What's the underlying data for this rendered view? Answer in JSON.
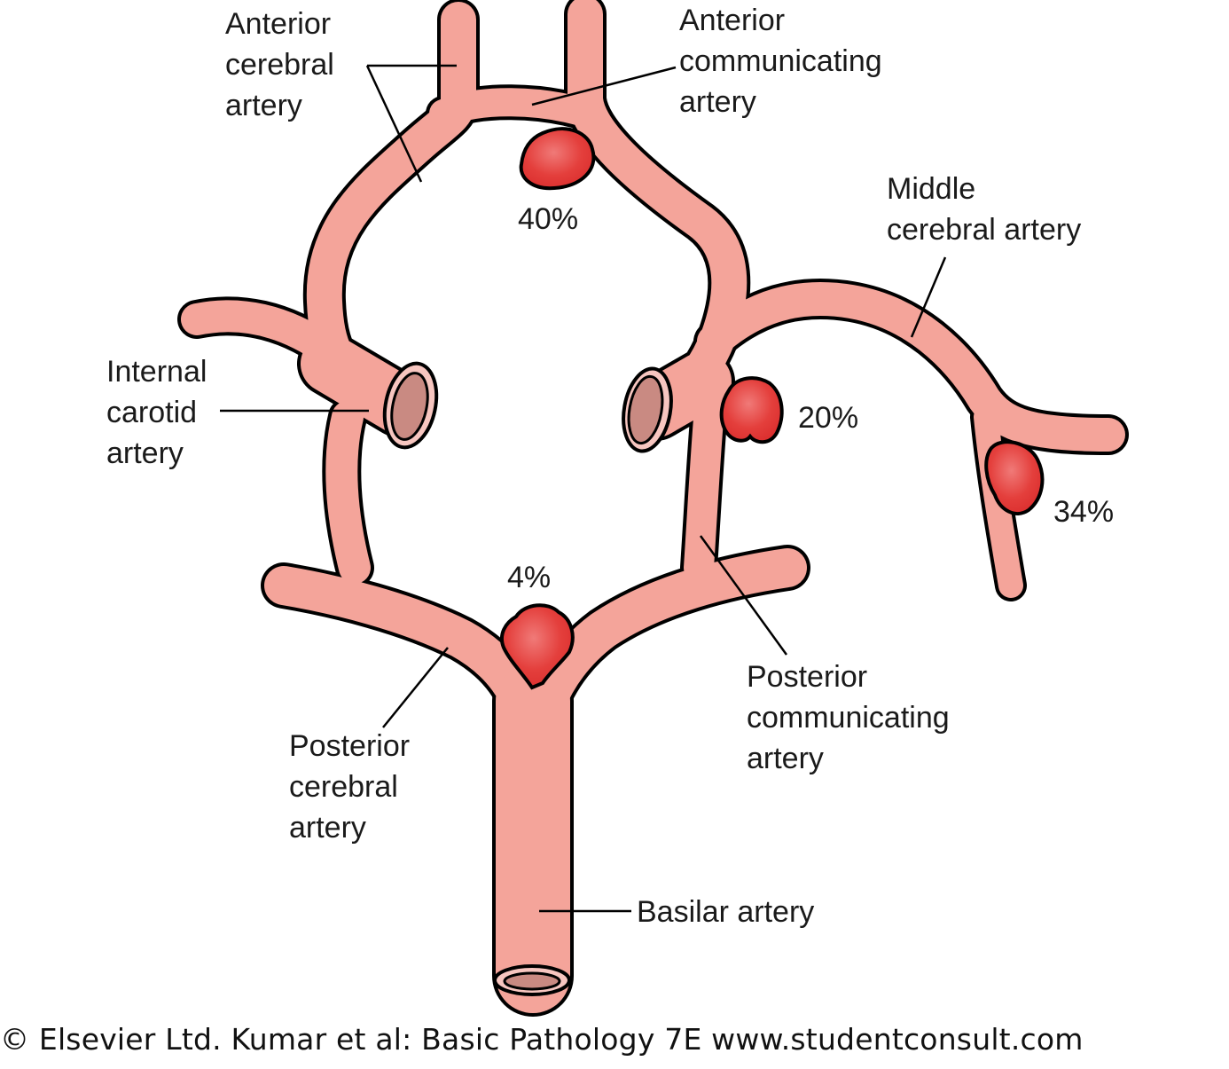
{
  "labels": {
    "anterior_cerebral": [
      "Anterior",
      "cerebral",
      "artery"
    ],
    "anterior_communicating": [
      "Anterior",
      "communicating",
      "artery"
    ],
    "middle_cerebral": [
      "Middle",
      "cerebral artery"
    ],
    "internal_carotid": [
      "Internal",
      "carotid",
      "artery"
    ],
    "posterior_communicating": [
      "Posterior",
      "communicating",
      "artery"
    ],
    "posterior_cerebral": [
      "Posterior",
      "cerebral",
      "artery"
    ],
    "basilar": "Basilar artery"
  },
  "aneurysm_sites": {
    "anterior_communicating": "40%",
    "internal_carotid_posterior_communicating": "20%",
    "middle_cerebral_bifurcation": "34%",
    "basilar_tip": "4%"
  },
  "credit": "© Elsevier Ltd. Kumar et al: Basic Pathology 7E www.studentconsult.com",
  "colors": {
    "vessel": "#f4a49a",
    "outline": "#000000",
    "aneurysm": "#e53c3c",
    "lumen": "#c98a82"
  }
}
